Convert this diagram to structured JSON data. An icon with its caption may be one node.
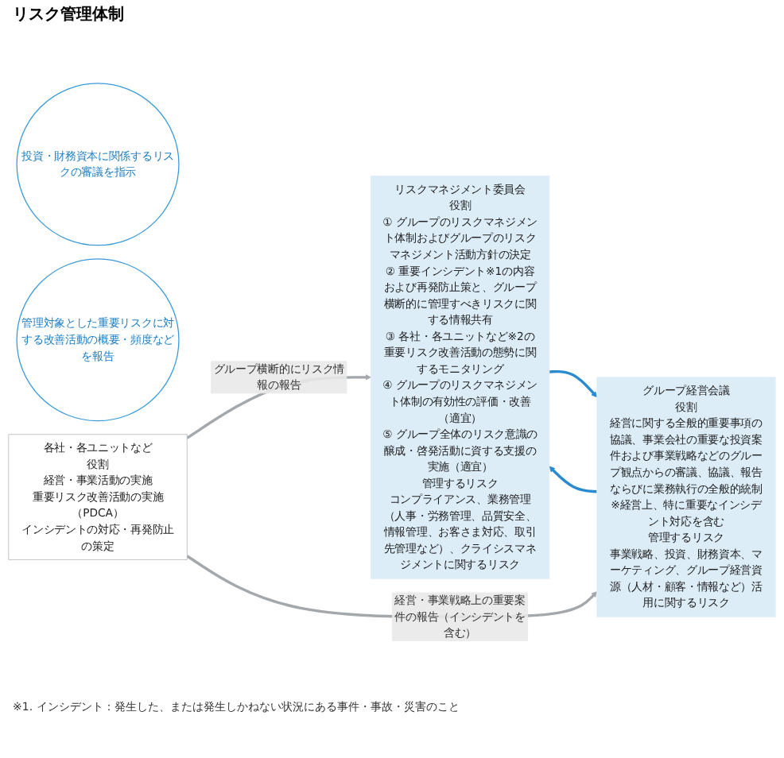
{
  "diagram": {
    "title": "リスク管理体制",
    "nodes": [
      {
        "text": [
          "リスクマネジメント委員会",
          "役割",
          "① グループのリスクマネジメント体制およびグループのリスクマネジメント活動方針の決定",
          "② 重要インシデント※1の内容および再発防止策と、グループ横断的に管理すべきリスクに関する情報共有",
          "③ 各社・各ユニットなど※2の重要リスク改善活動の態勢に関するモニタリング",
          "④ グループのリスクマネジメント体制の有効性の評価・改善（適宜）",
          "⑤ グループ全体のリスク意識の醸成・啓発活動に資する支援の実施（適宜）",
          "管理するリスク",
          "コンプライアンス、業務管理（人事・労務管理、品質安全、情報管理、お客さま対応、取引先管理など）、クライシスマネジメントに関するリスク"
        ]
      },
      {
        "text": [
          "投資・財務資本に関係するリスクの審議を指示"
        ]
      },
      {
        "text": [
          "管理対象とした重要リスクに対する改善活動の概要・頻度などを報告"
        ]
      },
      {
        "text": [
          "グループ経営会議",
          "役割",
          "経営に関する全般的重要事項の協議、事業会社の重要な投資案件および事業戦略などのグループ観点からの審議、協議、報告ならびに業務執行の全般的統制",
          "※経営上、特に重要なインシデント対応を含む",
          "管理するリスク",
          "事業戦略、投資、財務資本、マーケティング、グループ経営資源（人材・顧客・情報など）活用に関するリスク"
        ]
      },
      {
        "text": [
          "各社・各ユニットなど",
          "役割",
          "経営・事業活動の実施",
          "重要リスク改善活動の実施（PDCA）",
          "インシデントの対応・再発防止の策定"
        ]
      }
    ],
    "edges": [
      {
        "from": 0,
        "to": 3,
        "arrow": "to",
        "color": "#2a8ad0"
      },
      {
        "from": 3,
        "to": 0,
        "arrow": "to",
        "color": "#2a8ad0"
      },
      {
        "from": 4,
        "to": 0,
        "arrow": "to",
        "label": "グループ横断的にリスク情報の報告",
        "color": "#a3a8ad"
      },
      {
        "from": 4,
        "to": 3,
        "arrow": "to",
        "label": "経営・事業戦略上の重要案件の報告（インシデントを含む）",
        "color": "#a3a8ad"
      }
    ],
    "labels": [
      "※1. インシデント：発生した、または発生しかねない状況にある事件・事故・災害のこと"
    ]
  }
}
